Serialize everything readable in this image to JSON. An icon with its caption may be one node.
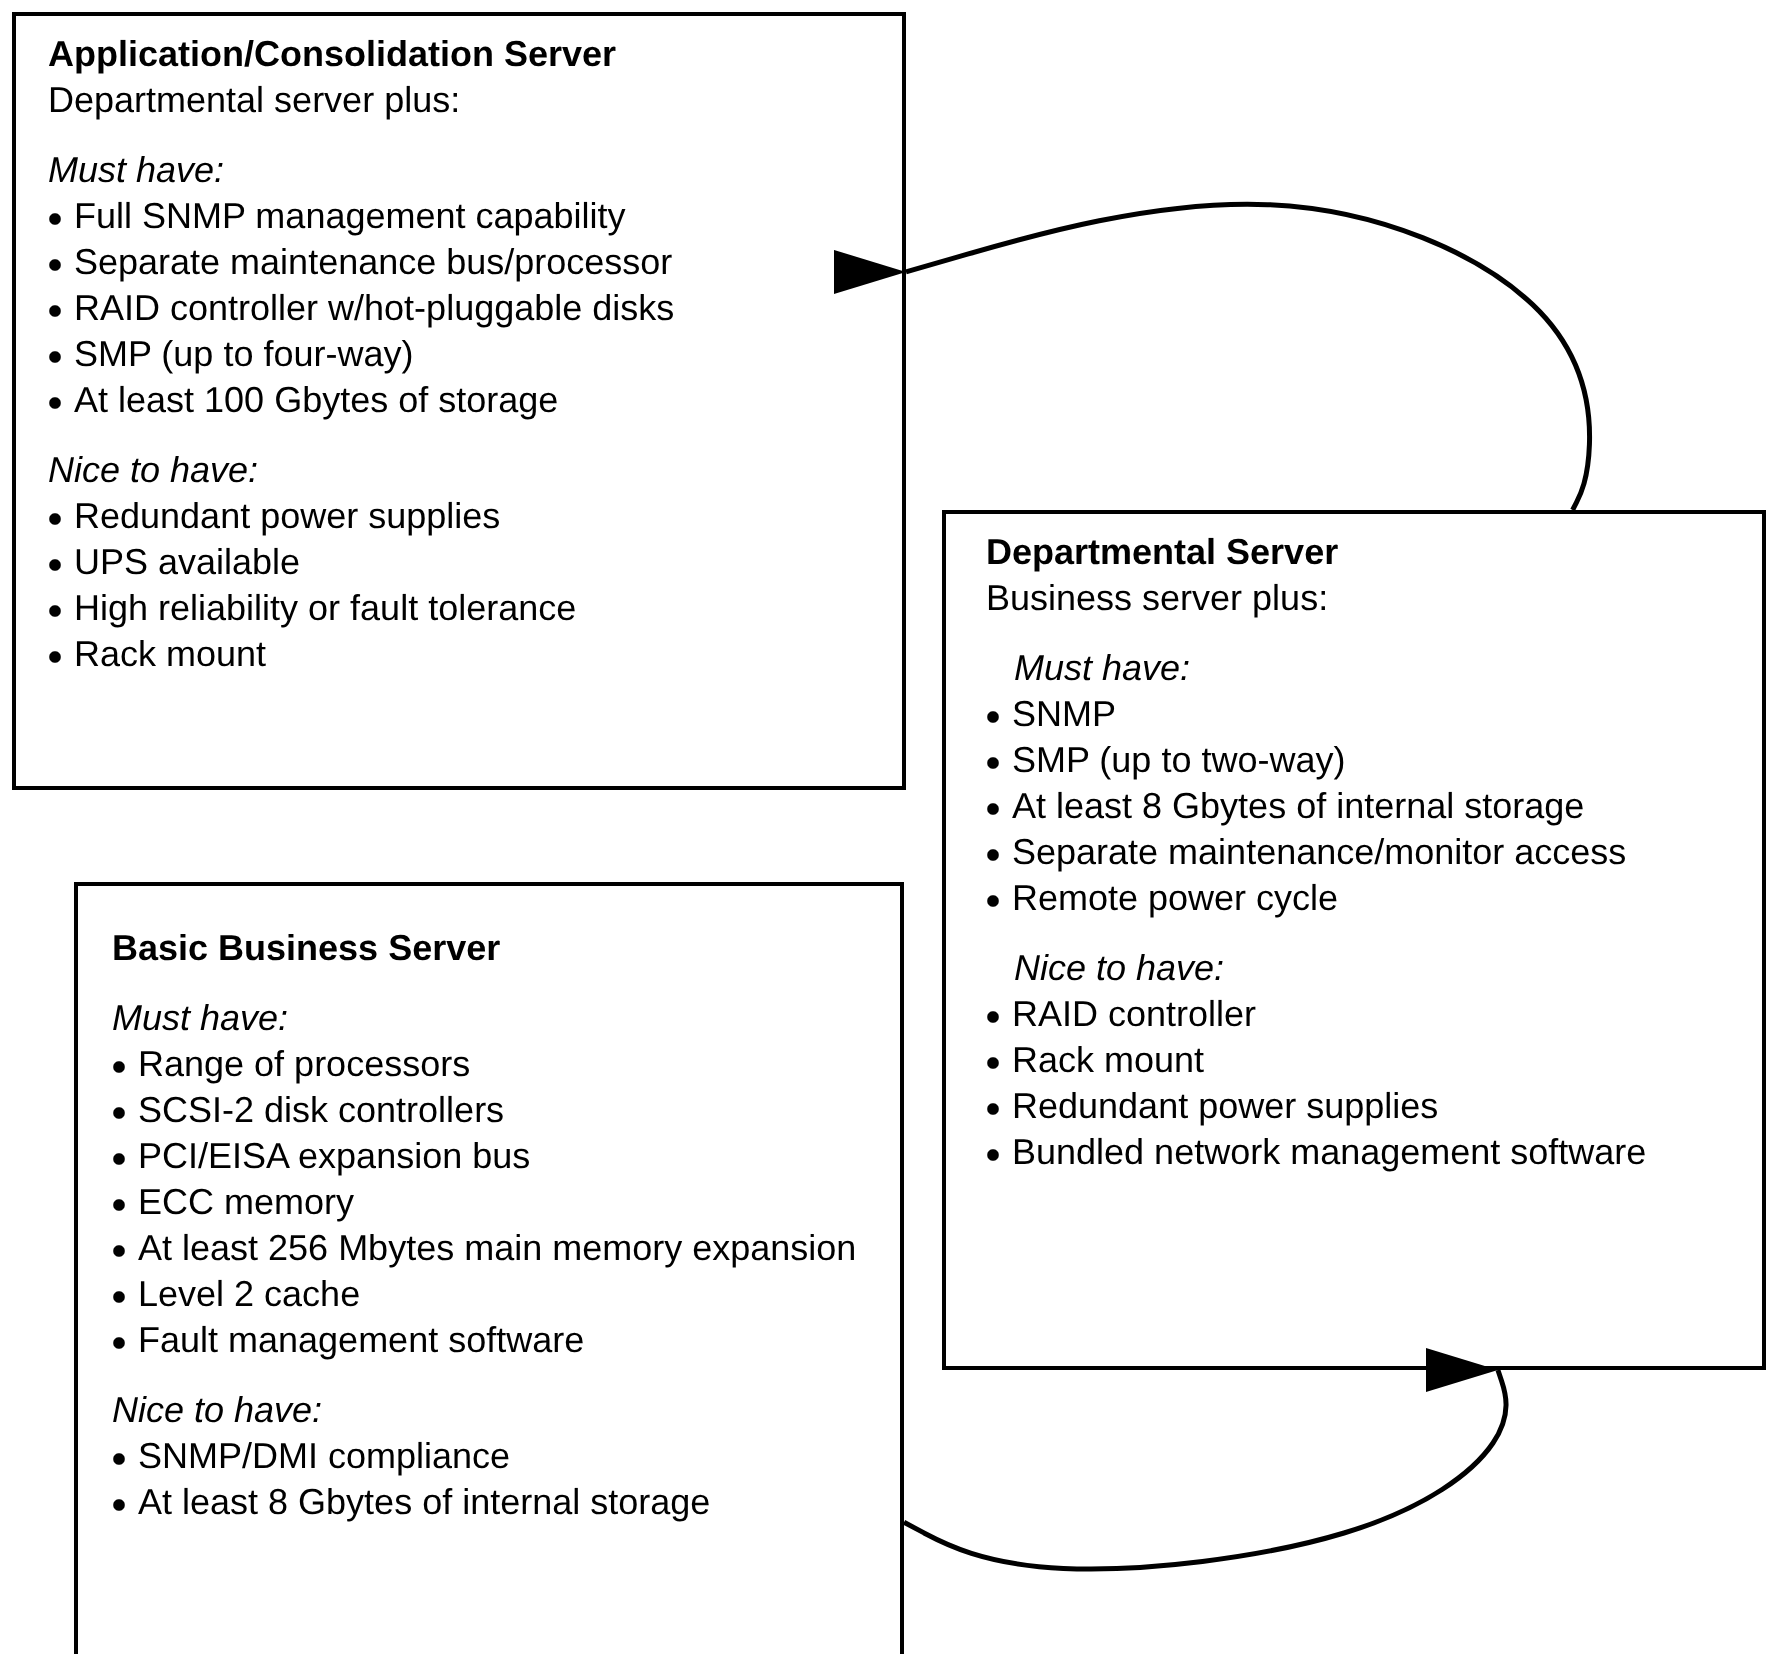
{
  "diagram": {
    "nodes": [
      {
        "text": [
          "Application/Consolidation Server",
          "Departmental server plus:",
          "Must have:",
          "Full SNMP management capability",
          "Separate maintenance bus/processor",
          "RAID controller w/hot-pluggable disks",
          "SMP (up to four-way)",
          "At least 100 Gbytes of storage",
          "Nice to have:",
          "Redundant power supplies",
          "UPS available",
          "High reliability or fault tolerance",
          "Rack mount"
        ]
      },
      {
        "text": [
          "Departmental Server",
          "Business server plus:",
          "Must have:",
          "SNMP",
          "SMP (up to two-way)",
          "At least 8 Gbytes of internal storage",
          "Separate maintenance/monitor access",
          "Remote power cycle",
          "Nice to have:",
          "RAID controller",
          "Rack mount",
          "Redundant power supplies",
          "Bundled network management software"
        ]
      },
      {
        "text": [
          "Basic Business Server",
          "Must have:",
          "Range of processors",
          "SCSI-2 disk controllers",
          "PCI/EISA expansion bus",
          "ECC memory",
          "At least 256 Mbytes main memory expansion",
          "Level 2 cache",
          "Fault management software",
          "Nice to have:",
          "SNMP/DMI compliance",
          "At least 8 Gbytes of internal storage"
        ]
      }
    ],
    "edges": [
      {
        "from": 2,
        "to": 1,
        "arrow": "to"
      },
      {
        "from": 1,
        "to": 0,
        "arrow": "to"
      }
    ]
  }
}
